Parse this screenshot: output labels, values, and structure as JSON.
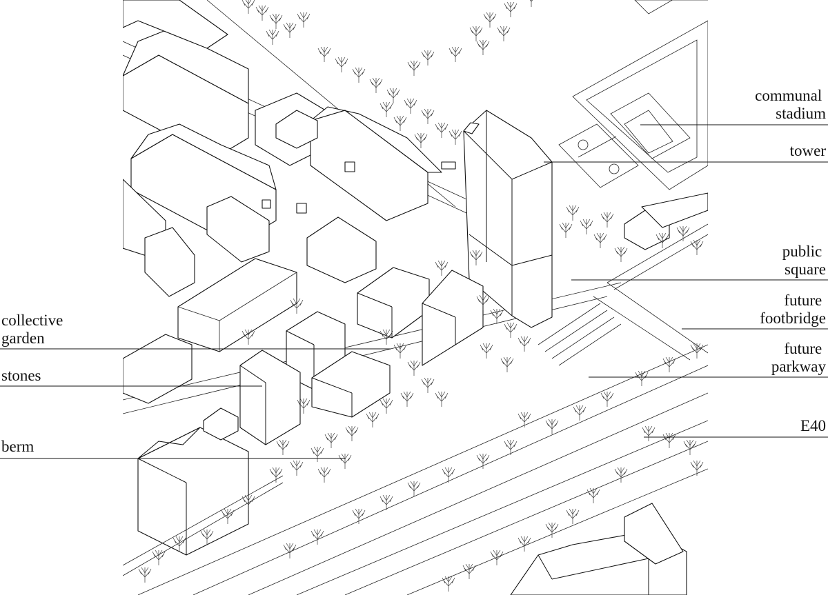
{
  "diagram": {
    "labels": {
      "communal_stadium": [
        "communal",
        "stadium"
      ],
      "tower": [
        "tower"
      ],
      "public_square": [
        "public",
        "square"
      ],
      "future_footbridge": [
        "future",
        "footbridge"
      ],
      "future_parkway": [
        "future",
        "parkway"
      ],
      "e40": [
        "E40"
      ],
      "collective_garden": [
        "collective",
        "garden"
      ],
      "stones": [
        "stones"
      ],
      "berm": [
        "berm"
      ]
    }
  }
}
